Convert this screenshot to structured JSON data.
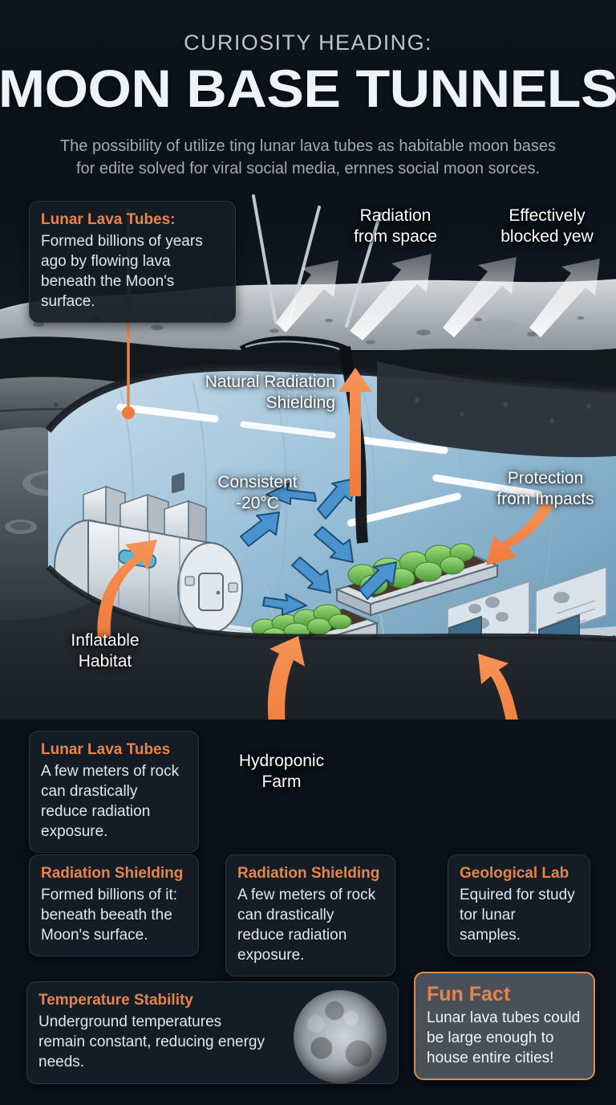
{
  "header": {
    "kicker": "CURIOSITY HEADING:",
    "title": "MOON BASE TUNNELS",
    "subtitle_line1": "The possibility of utilize ting lunar lava tubes as habitable moon bases",
    "subtitle_line2": "for edite solved for viral social media, ernnes social moon sorces."
  },
  "colors": {
    "background": "#0b1118",
    "accent_orange": "#e8834a",
    "card_bg": "#141c26",
    "card_border": "#2b3642",
    "funfact_bg": "#4a5058",
    "funfact_border": "#e08a4f",
    "arrow_blue": "#4a93cf",
    "text_primary": "#dfe6ec",
    "title_white": "#eef3f7"
  },
  "top_callout": {
    "title": "Lunar Lava Tubes:",
    "body": "Formed billions of years ago by flowing lava beneath the Moon's surface."
  },
  "art_labels": [
    {
      "id": "radiation-from-space",
      "line1": "Radiation",
      "line2": "from space"
    },
    {
      "id": "effectively-blocked",
      "line1": "Effectively",
      "line2": "blocked yew"
    },
    {
      "id": "natural-radiation-shielding",
      "line1": "Natural Radiation",
      "line2": "Shielding"
    },
    {
      "id": "consistent-temperature",
      "line1": "Consistent",
      "line2": "-20°C"
    },
    {
      "id": "protection-from-impacts",
      "line1": "Protection",
      "line2": "from Impacts"
    },
    {
      "id": "inflatable-habitat",
      "line1": "Inflatable",
      "line2": "Habitat"
    },
    {
      "id": "hydroponic-farm",
      "line1": "Hydroponic",
      "line2": "Farm"
    }
  ],
  "cards": [
    {
      "id": "lunar-lava-tubes",
      "title": "Lunar Lava Tubes",
      "body": "A few meters of rock can drastically reduce radiation exposure."
    },
    {
      "id": "radiation-shielding-left",
      "title": "Radiation Shielding",
      "body": "Formed billions of it: beneath beeath the Moon's surface."
    },
    {
      "id": "radiation-shielding-mid",
      "title": "Radiation Shielding",
      "body": "A few meters of rock can drastically reduce radiation exposure."
    },
    {
      "id": "geological-lab",
      "title": "Geological Lab",
      "body": "Equired for study tor lunar samples."
    },
    {
      "id": "temperature-stability",
      "title": "Temperature Stability",
      "body": "Underground temperatures remain constant, reducing energy needs."
    },
    {
      "id": "fun-fact",
      "title": "Fun Fact",
      "body": "Lunar lava tubes could be large enough to house entire cities!"
    }
  ]
}
